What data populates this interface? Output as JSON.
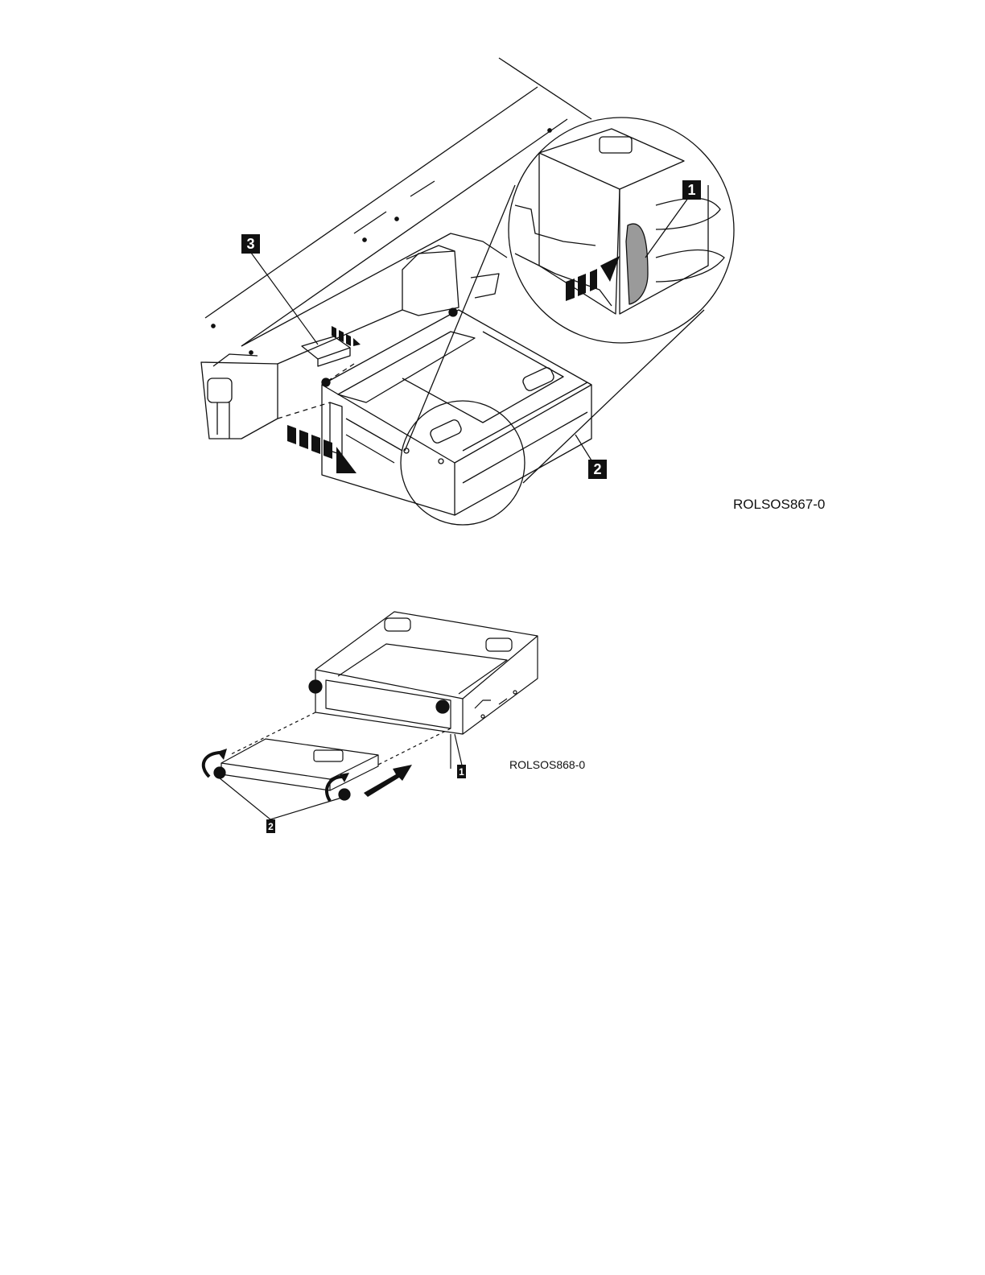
{
  "figures": [
    {
      "code": "ROLSOS867-0",
      "callouts": [
        "1",
        "2",
        "3"
      ]
    },
    {
      "code": "ROLSOS868-0",
      "callouts": [
        "1",
        "2"
      ]
    }
  ],
  "colors": {
    "ink": "#111111",
    "paper": "#ffffff",
    "grey": "#9a9a9a"
  }
}
